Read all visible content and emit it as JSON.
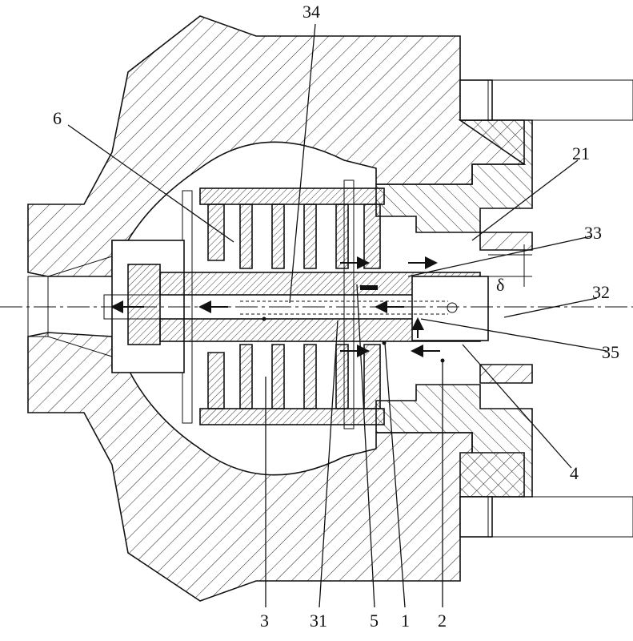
{
  "figure": {
    "labels": {
      "l34": "34",
      "l6": "6",
      "l21": "21",
      "l33": "33",
      "ldelta": "δ",
      "l32": "32",
      "l35": "35",
      "l4": "4",
      "l3": "3",
      "l31": "31",
      "l5": "5",
      "l1": "1",
      "l2": "2"
    }
  }
}
